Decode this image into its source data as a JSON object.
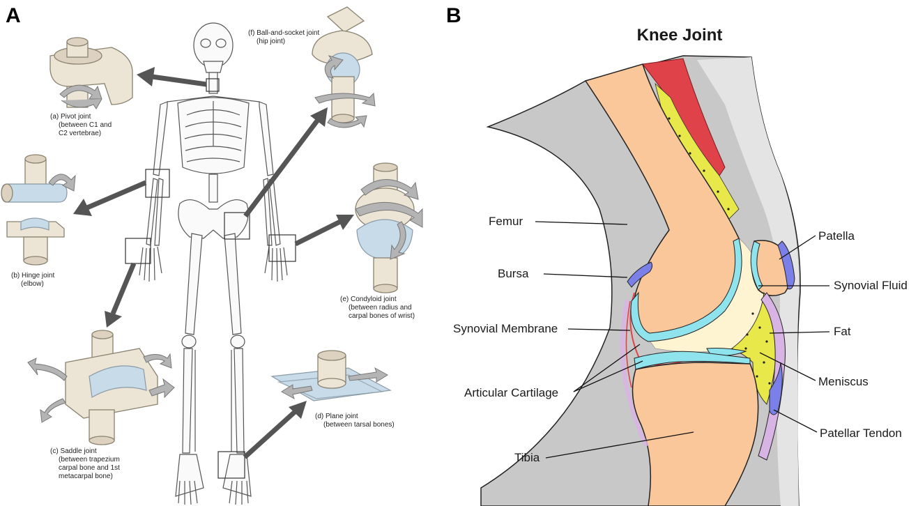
{
  "panel_a": {
    "letter": "A",
    "joints": {
      "pivot": [
        "(a) Pivot joint",
        "(between C1 and",
        "C2 vertebrae)"
      ],
      "hinge": [
        "(b) Hinge joint",
        "(elbow)"
      ],
      "saddle": [
        "(c) Saddle joint",
        "(between trapezium",
        "carpal bone and 1st",
        "metacarpal bone)"
      ],
      "plane": [
        "(d) Plane joint",
        "(between tarsal bones)"
      ],
      "condyloid": [
        "(e) Condyloid joint",
        "(between radius and",
        "carpal bones of wrist)"
      ],
      "ball": [
        "(f) Ball-and-socket joint",
        "(hip joint)"
      ]
    }
  },
  "panel_b": {
    "letter": "B",
    "title": "Knee Joint",
    "labels": {
      "femur": "Femur",
      "bursa": "Bursa",
      "synovial_membrane": "Synovial Membrane",
      "articular_cartilage": "Articular Cartilage",
      "tibia": "Tibia",
      "patella": "Patella",
      "synovial_fluid": "Synovial Fluid",
      "fat": "Fat",
      "meniscus": "Meniscus",
      "patellar_tendon": "Patellar Tendon"
    },
    "colors": {
      "skin": "#c8c8c8",
      "bone": "#f9c79a",
      "cartilage": "#8fe3ec",
      "fluid": "#fff4d2",
      "fat": "#e8e84a",
      "muscle": "#e0424a",
      "bursa": "#7b80e8",
      "tendon": "#d8b4e4"
    }
  }
}
